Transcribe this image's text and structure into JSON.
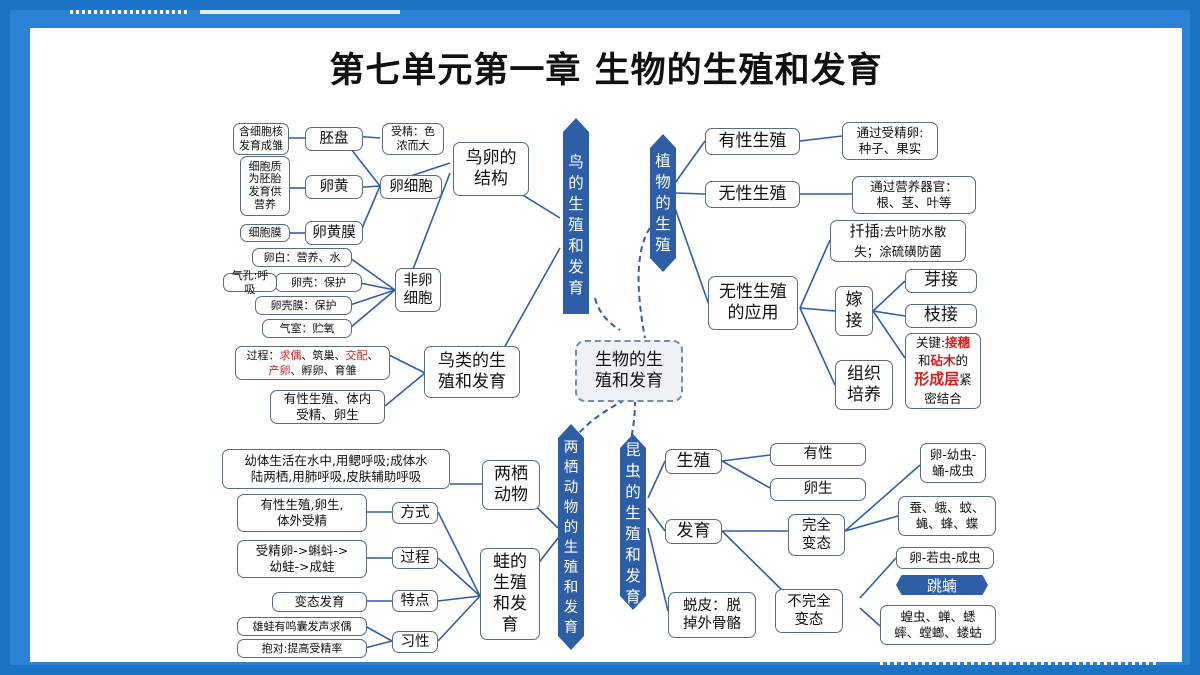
{
  "title": "第七单元第一章 生物的生殖和发育",
  "center": "生物的生\n殖和发育",
  "ribbons": {
    "bird": "鸟的生殖和发育",
    "plant": "植物的生殖",
    "amphibian": "两栖动物的生殖和发育",
    "insect": "昆虫的生殖和发育"
  },
  "bird": {
    "egg_structure": "鸟卵的\n结构",
    "egg_cell": "卵细胞",
    "blastodisc": "胚盘",
    "blastodisc_note": "含细胞核\n发育成雏",
    "fertilized_note": "受精：色\n浓而大",
    "yolk": "卵黄",
    "yolk_note": "细胞质\n为胚胎\n发育供\n营养",
    "yolk_membrane": "卵黄膜",
    "membrane_note": "细胞膜",
    "non_egg_cell": "非卵\n细胞",
    "albumen": "卵白：营养、水",
    "shell": "卵壳：保护",
    "air_hole": "气孔:呼吸",
    "shell_membrane": "卵壳膜：保护",
    "air_chamber": "气室：贮氧",
    "reproduction": "鸟类的生\n殖和发育",
    "process_prefix": "过程：",
    "process_courtship": "求偶",
    "process_sep1": "、筑巢、",
    "process_mating": "交配",
    "process_sep2": "、",
    "process_laying": "产卵",
    "process_rest": "、孵卵、育雏",
    "features": "有性生殖、体内\n受精、卵生"
  },
  "plant": {
    "sexual": "有性生殖",
    "sexual_note": "通过受精卵:\n种子、果实",
    "asexual": "无性生殖",
    "asexual_note": "通过营养器官：\n根、茎、叶等",
    "application": "无性生殖\n的应用",
    "cutting_label": "扦插",
    "cutting_rest1": ":去叶防水散",
    "cutting_rest2": "失；涂硫磺防菌",
    "grafting": "嫁\n接",
    "bud_graft": "芽接",
    "branch_graft": "枝接",
    "key_prefix": "关键:",
    "key_scion": "接穗",
    "key_and": "和",
    "key_stock": "砧木",
    "key_of": "的",
    "key_cambium": "形成层",
    "key_tight": "紧",
    "key_end": "密结合",
    "tissue_culture": "组织\n培养"
  },
  "amphibian": {
    "name": "两栖\n动物",
    "desc": "幼体生活在水中,用鳃呼吸;成体水\n陆两栖,用肺呼吸,皮肤辅助呼吸",
    "frog": "蛙的\n生殖\n和发\n育",
    "method": "方式",
    "method_note": "有性生殖,卵生,\n体外受精",
    "process": "过程",
    "process_note": "受精卵->蝌蚪->\n幼蛙->成蛙",
    "feature": "特点",
    "feature_note": "变态发育",
    "habit": "习性",
    "habit_note1": "雄蛙有鸣囊发声求偶",
    "habit_note2": "抱对:提高受精率"
  },
  "insect": {
    "reproduction": "生殖",
    "sexual": "有性",
    "oviparous": "卵生",
    "development": "发育",
    "complete": "完全\n变态",
    "complete_stages": "卵-幼虫-\n蛹-成虫",
    "complete_examples": "蚕、蛾、蚊、\n蝇、蜂、蝶",
    "incomplete": "不完全\n变态",
    "incomplete_stages": "卵-若虫-成虫",
    "skip_mark": "跳蝻",
    "incomplete_examples": "蝗虫、蝉、蟋\n蟀、螳螂、蝼蛄",
    "molting": "蜕皮：脱\n掉外骨骼"
  },
  "colors": {
    "frame": "#2b82d6",
    "ribbon": "#2e5fa6",
    "line": "#2e5fa6",
    "highlight": "#d3201f"
  }
}
